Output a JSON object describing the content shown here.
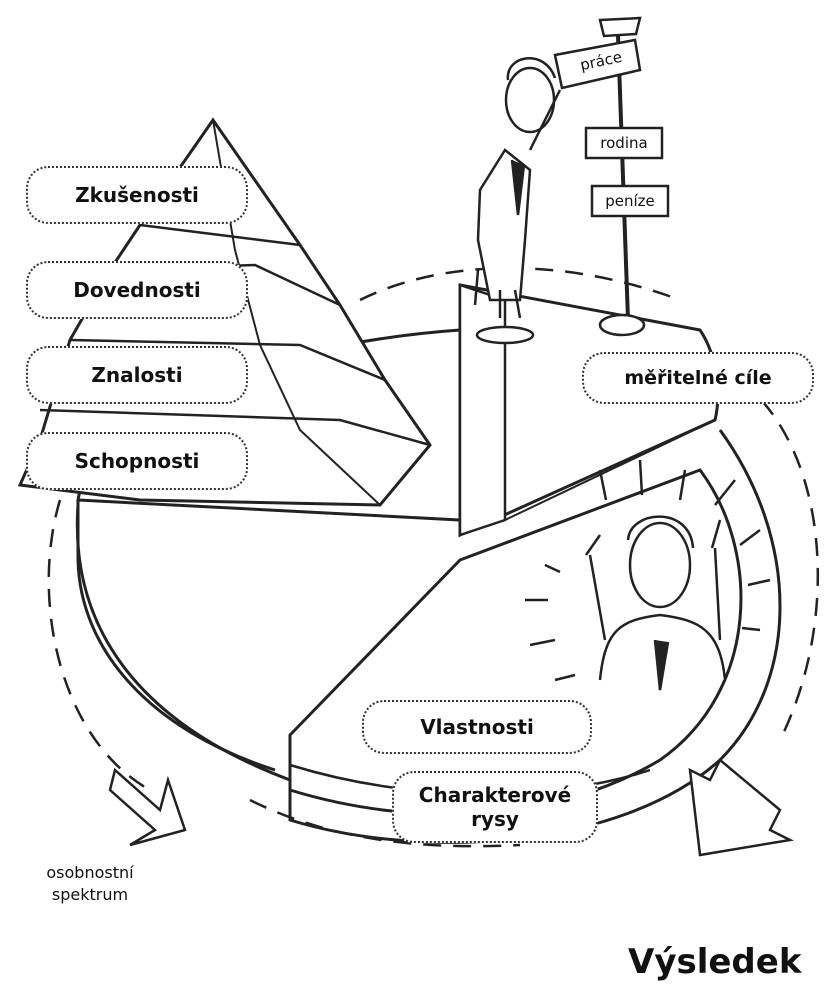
{
  "pyramid": {
    "levels": [
      "Zkušenosti",
      "Dovednosti",
      "Znalosti",
      "Schopnosti"
    ]
  },
  "signpost": {
    "signs": [
      "práce",
      "rodina",
      "peníze"
    ]
  },
  "pie": {
    "goals_label": "měřitelné cíle",
    "traits_label": "Vlastnosti",
    "character_label": "Charakterové rysy"
  },
  "spectrum_label": "osobnostní spektrum",
  "result_label": "Výsledek"
}
